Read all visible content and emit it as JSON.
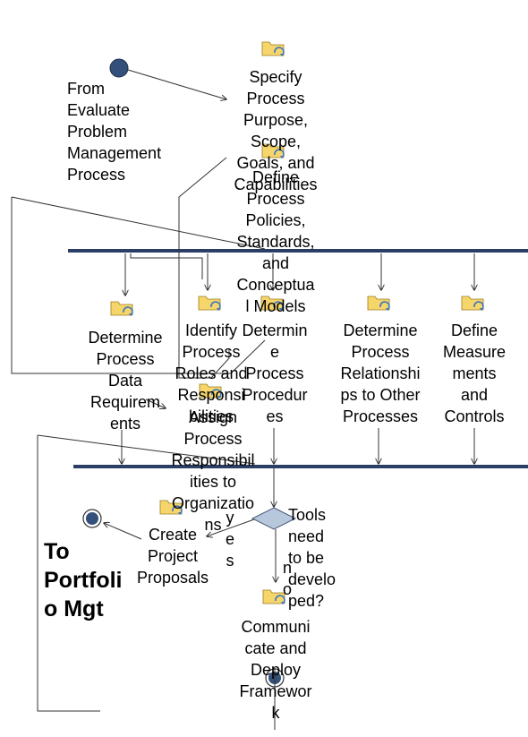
{
  "diagram": {
    "start_label": "From\nEvaluate\nProblem\nManagement\nProcess",
    "end_label": "To\nPortfoli\no Mgt",
    "activities": {
      "specify": "Specify\nProcess\nPurpose,\nScope,\nGoals, and\nCapabilities",
      "define_policies": "Define\nProcess\nPolicies,\nStandards,\nand\nConceptua\nl Models",
      "data_req": "Determine\nProcess\nData\nRequirem\nents",
      "roles": "Identify\nProcess\nRoles and\nResponsi\nbilities",
      "procedures": "Determin\ne\nProcess\nProcedur\nes",
      "relationships": "Determine\nProcess\nRelationshi\nps to Other\nProcesses",
      "measurements": "Define\nMeasure\nments\nand\nControls",
      "assign": "Assign\nProcess\nResponsibil\nities to\nOrganizatio\nns",
      "proposals": "Create\nProject\nProposals",
      "communicate": "Communi\ncate and\nDeploy\nFramewor\nk"
    },
    "decision": {
      "question": "Tools\nneed\nto be\ndevelo\nped?",
      "yes": "y\ne\ns",
      "no": "n\no"
    },
    "colors": {
      "node": "#34507a",
      "bar": "#2b3f66",
      "decision": "#b8c8dc",
      "line": "#333333",
      "icon_fill": "#f6d56a",
      "icon_arrow": "#3a78c2"
    },
    "icons": [
      "activity-icon"
    ]
  }
}
